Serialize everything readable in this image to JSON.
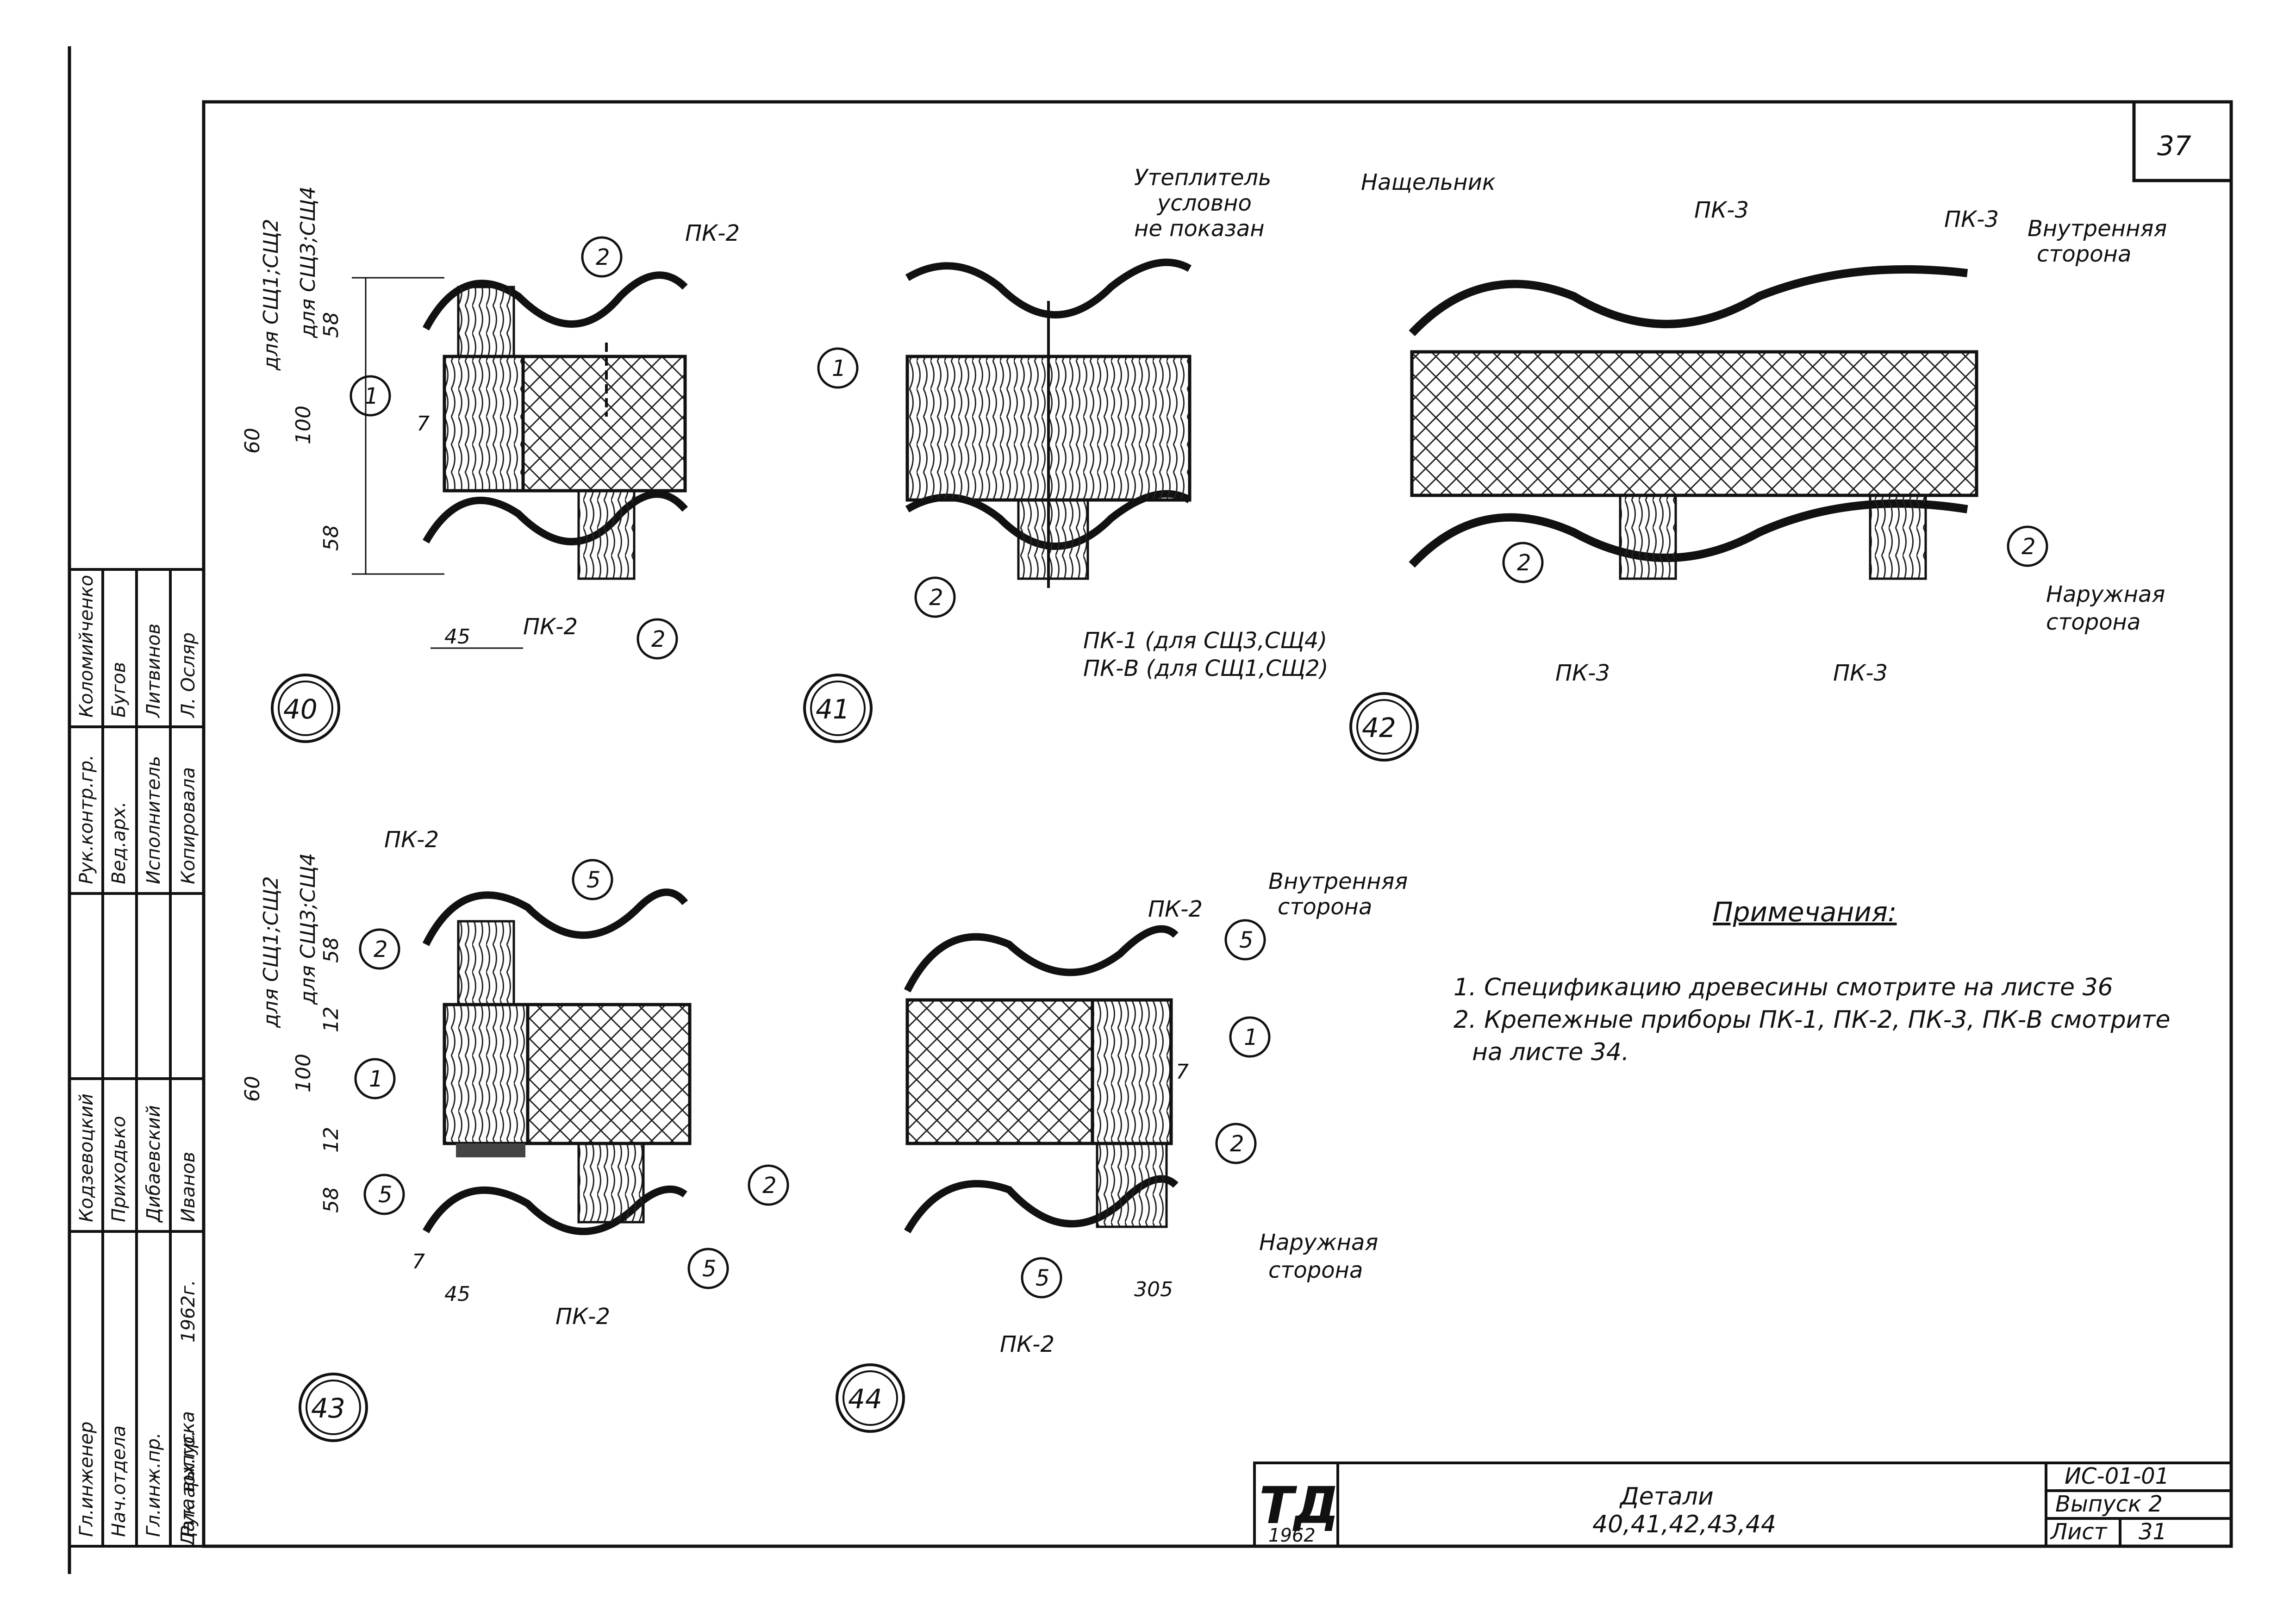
{
  "sheet_number": "37",
  "labels": {
    "pk1": "ПК-1 (для СЩ3,СЩ4)",
    "pk2": "ПК-2",
    "pk3": "ПК-3",
    "pkb": "ПК-В (для СЩ1,СЩ2)",
    "insul_1": "Утеплитель",
    "insul_2": "условно",
    "insul_3": "не показан",
    "nashchelnik": "Нащельник",
    "inner_1": "Внутренняя",
    "inner_2": "сторона",
    "outer_1": "Наружная",
    "outer_2": "сторона"
  },
  "dims": {
    "d58": "58",
    "d60": "60",
    "d100": "100",
    "d45": "45",
    "d7": "7",
    "d12": "12",
    "d305": "305",
    "for_sch12": "для СЩ1;СЩ2",
    "for_sch34": "для СЩ3;СЩ4"
  },
  "markers": [
    "1",
    "2",
    "5"
  ],
  "details": [
    "40",
    "41",
    "42",
    "43",
    "44"
  ],
  "notes": {
    "heading": "Примечания:",
    "n1": "1. Спецификацию древесины смотрите на листе 36",
    "n2": "2. Крепежные приборы ПК-1, ПК-2, ПК-3, ПК-В смотрите",
    "n2b": "на листе 34."
  },
  "title_block": {
    "logo": "ТД",
    "year": "1962",
    "name": "Детали",
    "name2": "40,41,42,43,44",
    "code": "ИС-01-01",
    "issue": "Выпуск 2",
    "sheet_label": "Лист",
    "sheet": "31"
  },
  "stamp": {
    "col1": [
      "Гл.инженер",
      "Нач.отдела",
      "Гл.инж.пр.",
      "Рук.арх.гр.",
      "Дата выпуска"
    ],
    "col2": [
      "Кодзевоцкий",
      "Приходько",
      "Дибаевский",
      "Иванов",
      "1962г."
    ],
    "col3": [
      "Рук.контр.гр.",
      "Вед.арх.",
      "Исполнитель",
      "Копировала"
    ],
    "col4": [
      "Коломийченко",
      "Бугов",
      "Литвинов",
      "Л. Осляр"
    ]
  }
}
